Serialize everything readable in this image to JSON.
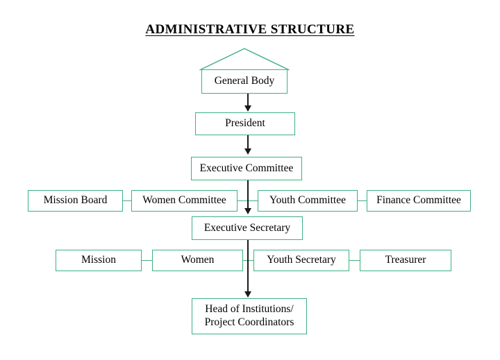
{
  "document": {
    "title": "ADMINISTRATIVE STRUCTURE",
    "background_color": "#ffffff",
    "box_border_color": "#3cb083",
    "connector_color": "#1a1a1a",
    "text_color": "#000000"
  },
  "chart_data": {
    "type": "diagram",
    "subtype": "organizational-chart",
    "title": "ADMINISTRATIVE STRUCTURE",
    "nodes": [
      {
        "id": "general-body",
        "label": "General Body",
        "level": 0,
        "shape": "house"
      },
      {
        "id": "president",
        "label": "President",
        "level": 1,
        "shape": "rect"
      },
      {
        "id": "executive-committee",
        "label": "Executive Committee",
        "level": 2,
        "shape": "rect"
      },
      {
        "id": "mission-board",
        "label": "Mission Board",
        "level": 3,
        "shape": "rect"
      },
      {
        "id": "women-committee",
        "label": "Women Committee",
        "level": 3,
        "shape": "rect"
      },
      {
        "id": "youth-committee",
        "label": "Youth Committee",
        "level": 3,
        "shape": "rect"
      },
      {
        "id": "finance-committee",
        "label": "Finance Committee",
        "level": 3,
        "shape": "rect"
      },
      {
        "id": "executive-secretary",
        "label": "Executive Secretary",
        "level": 4,
        "shape": "rect"
      },
      {
        "id": "mission",
        "label": "Mission",
        "level": 5,
        "shape": "rect"
      },
      {
        "id": "women",
        "label": "Women",
        "level": 5,
        "shape": "rect"
      },
      {
        "id": "youth-secretary",
        "label": "Youth Secretary",
        "level": 5,
        "shape": "rect"
      },
      {
        "id": "treasurer",
        "label": "Treasurer",
        "level": 5,
        "shape": "rect"
      },
      {
        "id": "head-of-institutions",
        "label": "Head of Institutions/\nProject Coordinators",
        "level": 6,
        "shape": "rect"
      }
    ],
    "edges": [
      {
        "from": "general-body",
        "to": "president",
        "style": "arrow-down"
      },
      {
        "from": "president",
        "to": "executive-committee",
        "style": "arrow-down"
      },
      {
        "from": "executive-committee",
        "to": "executive-secretary",
        "style": "arrow-down"
      },
      {
        "from": "executive-secretary",
        "to": "head-of-institutions",
        "style": "arrow-down"
      },
      {
        "from": "mission-board",
        "to": "women-committee",
        "style": "line-horizontal"
      },
      {
        "from": "women-committee",
        "to": "youth-committee",
        "style": "line-horizontal"
      },
      {
        "from": "youth-committee",
        "to": "finance-committee",
        "style": "line-horizontal"
      },
      {
        "from": "mission",
        "to": "women",
        "style": "line-horizontal"
      },
      {
        "from": "women",
        "to": "youth-secretary",
        "style": "line-horizontal"
      },
      {
        "from": "youth-secretary",
        "to": "treasurer",
        "style": "line-horizontal"
      }
    ]
  }
}
